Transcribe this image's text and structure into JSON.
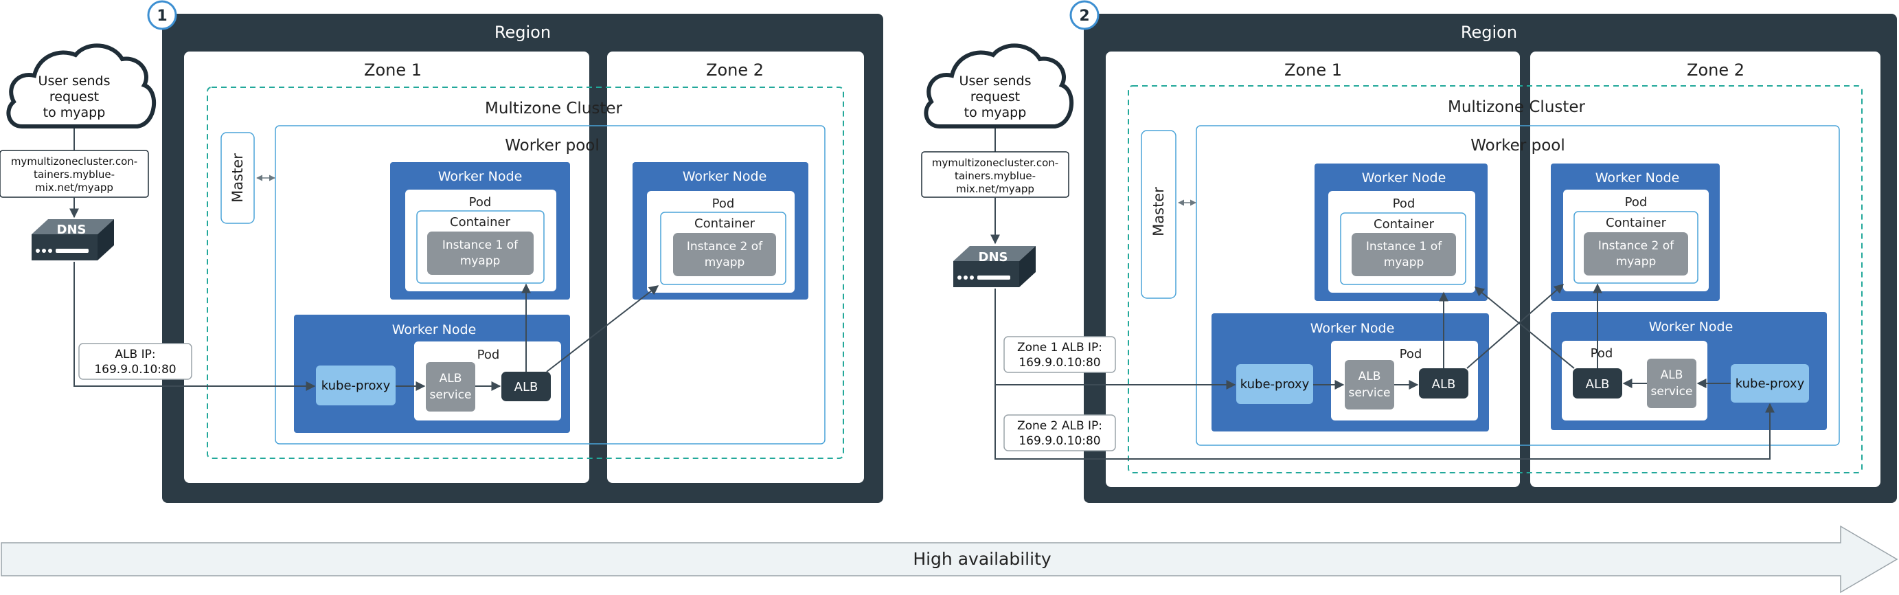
{
  "steps": [
    "1",
    "2"
  ],
  "colors": {
    "region": "#2c3b45",
    "zone": "#ffffff",
    "cluster_dash": "#22a89a",
    "pool_border": "#4aa3d8",
    "worker_node": "#3c72ba",
    "instance": "#8d949a",
    "alb": "#2c3b45",
    "kube_proxy": "#8cc3ec",
    "arrow": "#3d4b55",
    "bottom_arrow": "#eef3f5"
  },
  "panel1": {
    "user": [
      "User sends",
      "request",
      "to myapp"
    ],
    "hostname": [
      "mymultizonecluster.con-",
      "tainers.myblue-",
      "mix.net/myapp"
    ],
    "dns": "DNS",
    "region": "Region",
    "zone1": "Zone 1",
    "zone2": "Zone 2",
    "cluster": "Multizone Cluster",
    "master": "Master",
    "pool": "Worker pool",
    "worker_node": "Worker Node",
    "pod": "Pod",
    "container": "Container",
    "instance1": [
      "Instance 1 of",
      "myapp"
    ],
    "instance2": [
      "Instance 2 of",
      "myapp"
    ],
    "alb_ip": [
      "ALB IP:",
      "169.9.0.10:80"
    ],
    "kube_proxy": "kube-proxy",
    "alb_service": [
      "ALB",
      "service"
    ],
    "alb": "ALB"
  },
  "panel2": {
    "user": [
      "User sends",
      "request",
      "to myapp"
    ],
    "hostname": [
      "mymultizonecluster.con-",
      "tainers.myblue-",
      "mix.net/myapp"
    ],
    "dns": "DNS",
    "region": "Region",
    "zone1": "Zone 1",
    "zone2": "Zone 2",
    "cluster": "Multizone Cluster",
    "master": "Master",
    "pool": "Worker pool",
    "worker_node": "Worker Node",
    "pod": "Pod",
    "container": "Container",
    "instance1": [
      "Instance 1 of",
      "myapp"
    ],
    "instance2": [
      "Instance 2 of",
      "myapp"
    ],
    "zone1_alb_ip": [
      "Zone 1 ALB IP:",
      "169.9.0.10:80"
    ],
    "zone2_alb_ip": [
      "Zone 2 ALB IP:",
      "169.9.0.10:80"
    ],
    "kube_proxy": "kube-proxy",
    "alb_service": [
      "ALB",
      "service"
    ],
    "alb": "ALB"
  },
  "availability_label": "High availability"
}
